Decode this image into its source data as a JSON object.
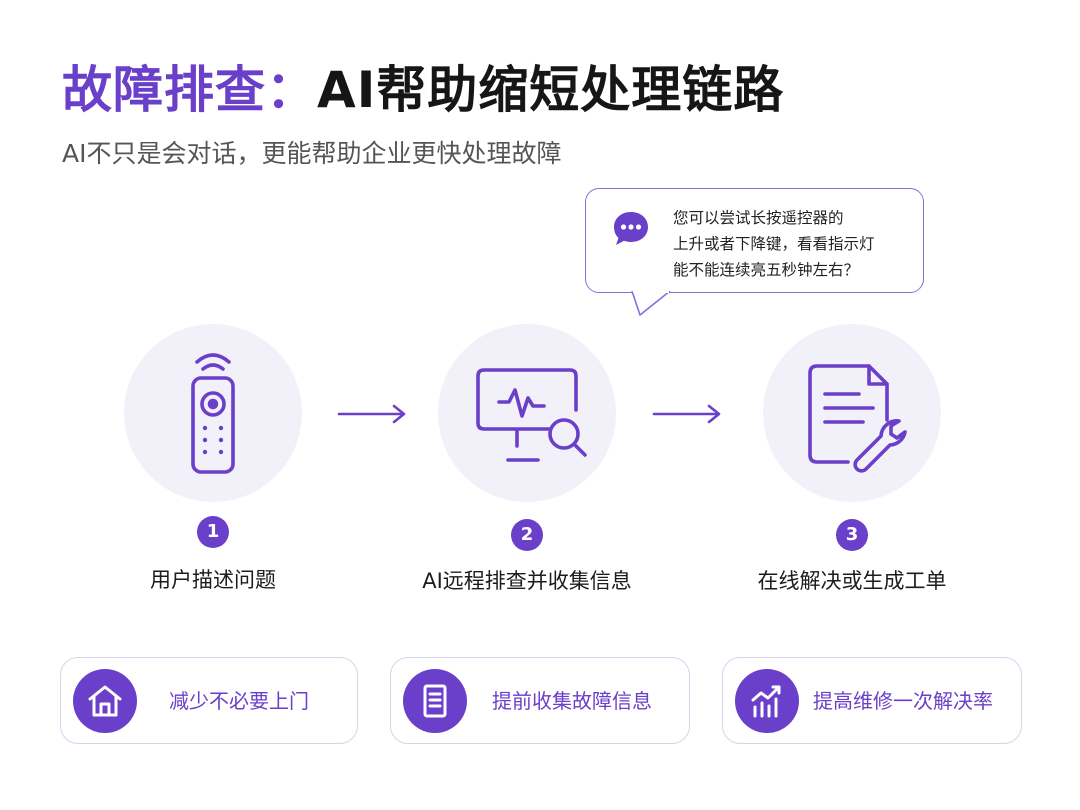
{
  "header": {
    "title_accent": "故障排查：",
    "title_rest": "AI帮助缩短处理链路",
    "subtitle": "AI不只是会对话，更能帮助企业更快处理故障"
  },
  "bubble": {
    "lines": [
      "您可以尝试长按遥控器的",
      "上升或者下降键，看看指示灯",
      "能不能连续亮五秒钟左右？"
    ]
  },
  "steps": [
    {
      "number": "1",
      "label": "用户描述问题",
      "icon": "remote-control-icon"
    },
    {
      "number": "2",
      "label": "AI远程排查并收集信息",
      "icon": "monitor-search-icon"
    },
    {
      "number": "3",
      "label": "在线解决或生成工单",
      "icon": "document-wrench-icon"
    }
  ],
  "benefits": [
    {
      "label": "减少不必要上门",
      "icon": "home-icon"
    },
    {
      "label": "提前收集故障信息",
      "icon": "document-icon"
    },
    {
      "label": "提高维修一次解决率",
      "icon": "bar-chart-trend-icon"
    }
  ],
  "colors": {
    "accent": "#6a3fc9",
    "circle_bg": "#f2f0f8",
    "border": "#d9d3ec"
  }
}
